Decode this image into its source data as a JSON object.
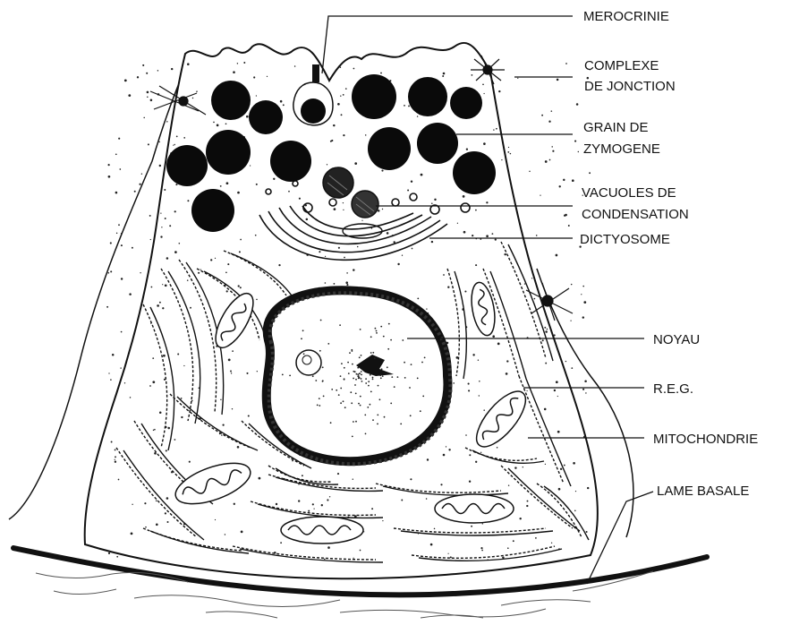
{
  "labels": {
    "merocrinie": "MEROCRINIE",
    "complexe_1": "COMPLEXE",
    "complexe_2": "DE JONCTION",
    "grain_1": "GRAIN DE",
    "grain_2": "ZYMOGENE",
    "vacuoles_1": "VACUOLES DE",
    "vacuoles_2": "CONDENSATION",
    "dictyosome": "DICTYOSOME",
    "noyau": "NOYAU",
    "reg": "R.E.G.",
    "mitochondrie": "MITOCHONDRIE",
    "lame_basale": "LAME BASALE"
  },
  "colors": {
    "ink": "#111111",
    "nucleus_fill": "#ffffff",
    "background": "#ffffff"
  }
}
